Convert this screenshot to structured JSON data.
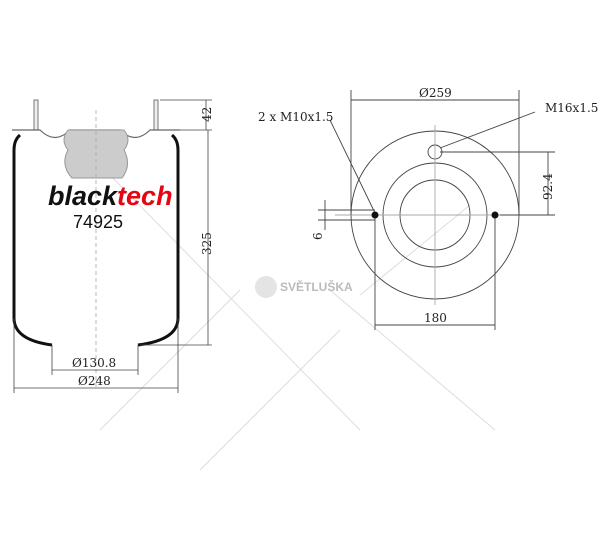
{
  "brand": {
    "part1": "black",
    "part2": "tech",
    "model": "74925",
    "accent": "#e30613"
  },
  "side_view": {
    "height_stud": "42",
    "height_total": "325",
    "diameter_bottom": "Ø130.8",
    "diameter_outer": "Ø248"
  },
  "top_view": {
    "diameter": "Ø259",
    "bolt_label": "2 x M10x1.5",
    "air_port_label": "M16x1.5",
    "offset": "92.4",
    "bolt_spacing": "180",
    "small_offset": "6"
  },
  "watermark": {
    "text": "SVĚTLUŠKA"
  }
}
